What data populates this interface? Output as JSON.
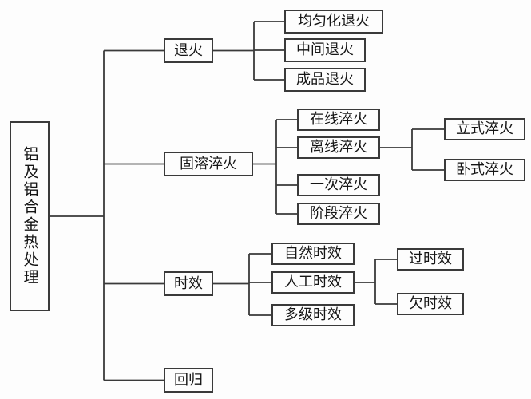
{
  "colors": {
    "line": "#3a3a3a",
    "box_border": "#3a3a3a",
    "text": "#151515",
    "background": "#fdfdfd"
  },
  "diagram": {
    "root": {
      "label": "铝及铝合金热处理"
    },
    "branches": {
      "annealing": {
        "label": "退火",
        "children": {
          "homogenization": {
            "label": "均匀化退火"
          },
          "intermediate": {
            "label": "中间退火"
          },
          "finished": {
            "label": "成品退火"
          }
        }
      },
      "solution_quenching": {
        "label": "固溶淬火",
        "children": {
          "online": {
            "label": "在线淬火"
          },
          "offline": {
            "label": "离线淬火",
            "children": {
              "vertical": {
                "label": "立式淬火"
              },
              "horizontal": {
                "label": "卧式淬火"
              }
            }
          },
          "single": {
            "label": "一次淬火"
          },
          "stage": {
            "label": "阶段淬火"
          }
        }
      },
      "aging": {
        "label": "时效",
        "children": {
          "natural": {
            "label": "自然时效"
          },
          "artificial": {
            "label": "人工时效",
            "children": {
              "over": {
                "label": "过时效"
              },
              "under": {
                "label": "欠时效"
              }
            }
          },
          "multistage": {
            "label": "多级时效"
          }
        }
      },
      "regression": {
        "label": "回归"
      }
    }
  }
}
